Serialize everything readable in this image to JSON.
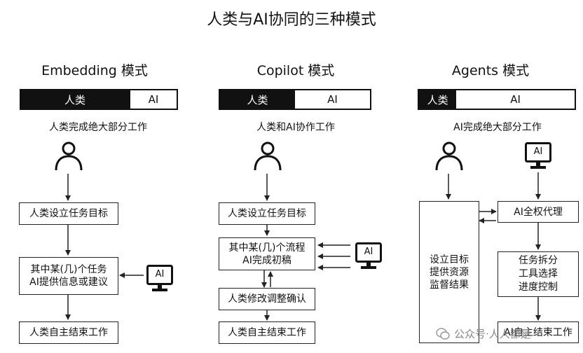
{
  "title": "人类与AI协同的三种模式",
  "columns": [
    {
      "title": "Embedding 模式",
      "bar": {
        "human": "人类",
        "ai": "AI",
        "human_ratio": 0.7
      },
      "subtitle": "人类完成绝大部分工作",
      "boxes": [
        "人类设立任务目标",
        "其中某(几)个任务\nAI提供信息或建议",
        "人类自主结束工作"
      ],
      "icons": [
        "person-icon",
        "ai-monitor-icon"
      ]
    },
    {
      "title": "Copilot 模式",
      "bar": {
        "human": "人类",
        "ai": "AI",
        "human_ratio": 0.5
      },
      "subtitle": "人类和AI协作工作",
      "boxes": [
        "人类设立任务目标",
        "其中某(几)个流程\nAI完成初稿",
        "人类修改调整确认",
        "人类自主结束工作"
      ],
      "icons": [
        "person-icon",
        "ai-monitor-icon"
      ]
    },
    {
      "title": "Agents 模式",
      "bar": {
        "human": "人类",
        "ai": "AI",
        "human_ratio": 0.25
      },
      "subtitle": "AI完成绝大部分工作",
      "boxes": [
        "设立目标\n提供资源\n监督结果",
        "AI全权代理",
        "任务拆分\n工具选择\n进度控制",
        "AI自主结束工作"
      ],
      "icons": [
        "person-icon",
        "ai-monitor-icon"
      ]
    }
  ],
  "ai_icon_label": "AI",
  "watermark": "公众号·人人都是"
}
